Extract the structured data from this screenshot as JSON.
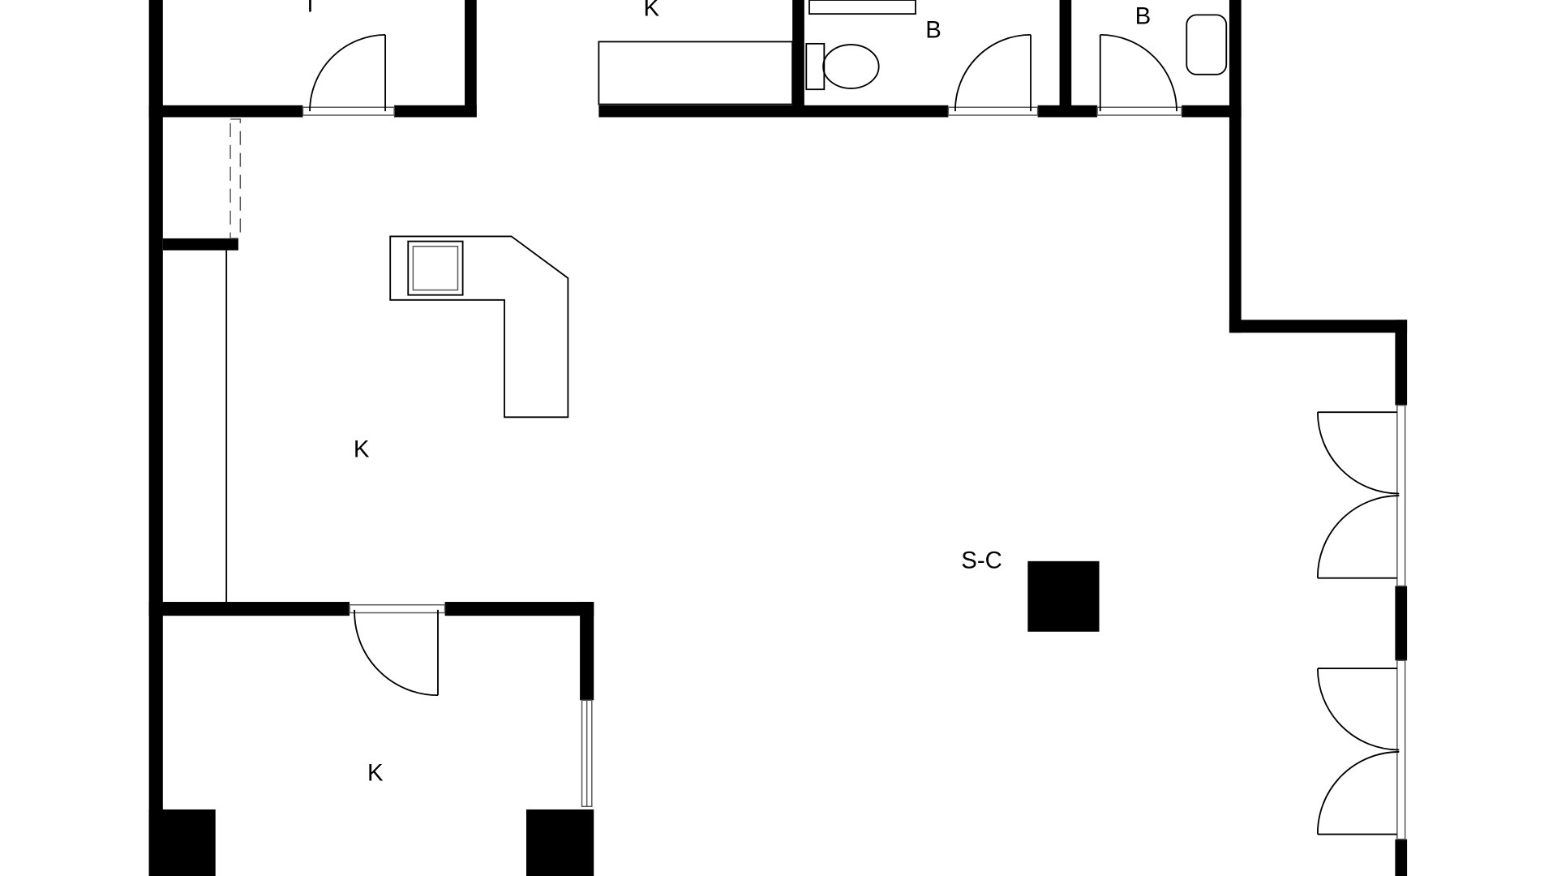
{
  "rooms": {
    "top_left": "T",
    "top_kitchen": "K",
    "bath_1": "B",
    "bath_2": "B",
    "main_kitchen": "K",
    "sales": "S-C",
    "bottom_kitchen": "K"
  }
}
